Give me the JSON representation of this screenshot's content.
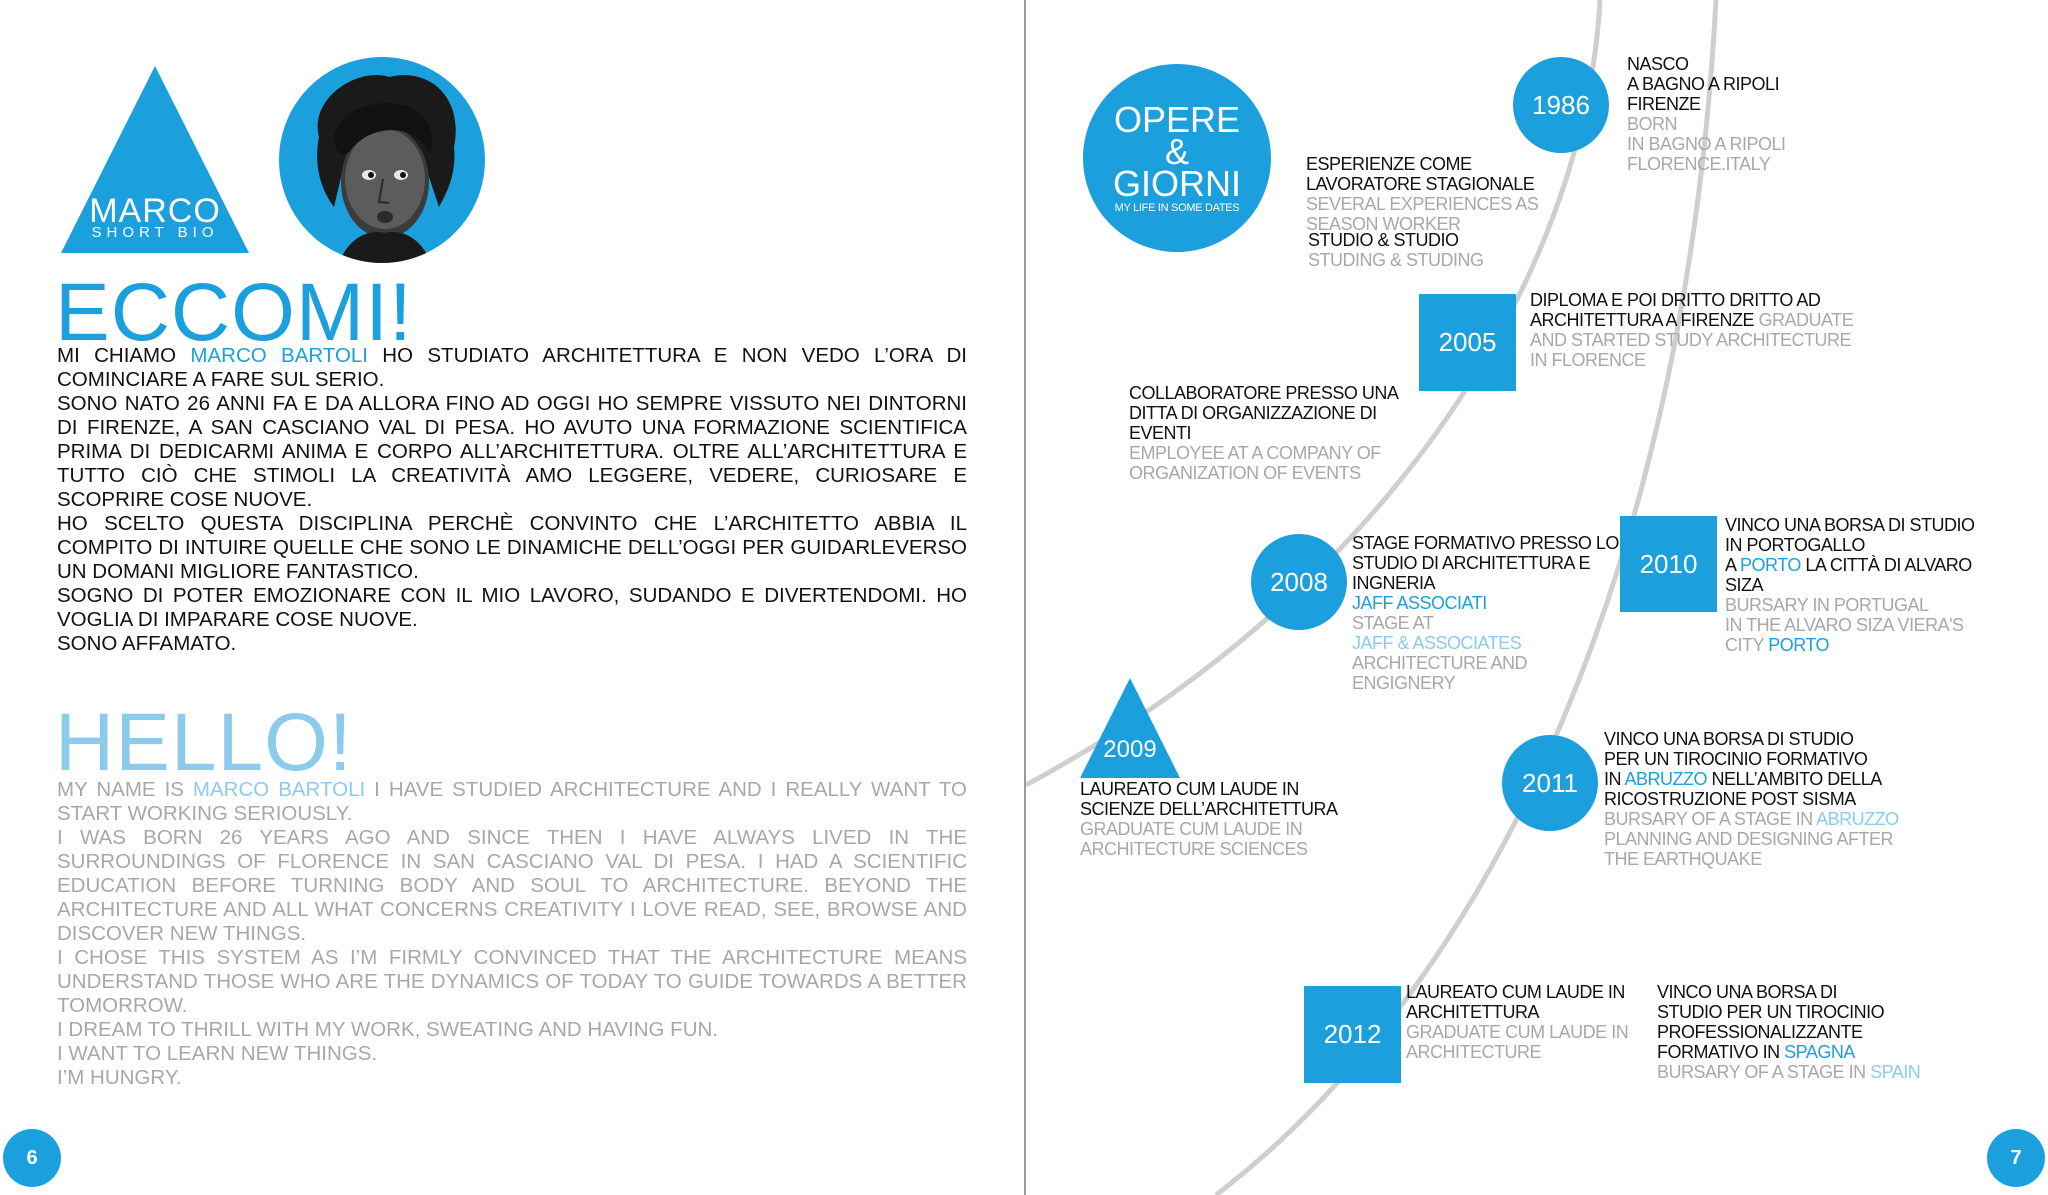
{
  "left": {
    "logo": {
      "name": "MARCO",
      "sub": "SHORT BIO"
    },
    "heading_it": "ECCOMI!",
    "heading_en": "HELLO!",
    "bio_it": [
      {
        "pre": "MI CHIAMO ",
        "hl": "MARCO BARTOLI",
        "post": " HO STUDIATO ARCHITETTURA E NON VEDO L’ORA DI COMINCIARE A FARE SUL SERIO."
      },
      {
        "text": "SONO NATO 26 ANNI FA E DA ALLORA FINO AD OGGI HO SEMPRE VISSUTO NEI DINTORNI DI FIRENZE, A SAN CASCIANO VAL DI PESA. HO AVUTO UNA FORMAZIONE SCIENTIFICA PRIMA DI DEDICARMI ANIMA E CORPO ALL’ARCHITETTURA. OLTRE ALL’ARCHITETTURA E TUTTO CIÒ CHE STIMOLI LA CREATIVITÀ AMO LEGGERE, VEDERE, CURIOSARE E SCOPRIRE COSE NUOVE."
      },
      {
        "text": "HO SCELTO QUESTA DISCIPLINA PERCHÈ CONVINTO CHE L’ARCHITETTO ABBIA IL COMPITO DI INTUIRE QUELLE CHE SONO LE DINAMICHE DELL’OGGI PER GUIDARLEVERSO UN DOMANI MIGLIORE FANTASTICO."
      },
      {
        "text": "SOGNO DI POTER EMOZIONARE CON IL MIO LAVORO, SUDANDO E DIVERTENDOMI. HO VOGLIA DI IMPARARE COSE NUOVE."
      },
      {
        "text": "SONO AFFAMATO."
      }
    ],
    "bio_en": [
      {
        "pre": "MY NAME IS ",
        "hl": "MARCO BARTOLI",
        "post": " I HAVE STUDIED ARCHITECTURE AND I REALLY WANT TO START WORKING SERIOUSLY."
      },
      {
        "text": "I WAS BORN 26 YEARS AGO AND SINCE THEN I HAVE ALWAYS LIVED IN THE SURROUNDINGS OF FLORENCE IN SAN CASCIANO VAL DI PESA. I HAD A SCIENTIFIC EDUCATION BEFORE TURNING BODY AND SOUL TO ARCHITECTURE. BEYOND THE ARCHITECTURE AND ALL WHAT CONCERNS CREATIVITY I LOVE READ, SEE, BROWSE AND DISCOVER NEW THINGS."
      },
      {
        "text": "I CHOSE THIS SYSTEM AS I’M FIRMLY CONVINCED THAT THE ARCHITECTURE MEANS UNDERSTAND THOSE WHO ARE THE DYNAMICS OF TODAY TO GUIDE TOWARDS A BETTER TOMORROW."
      },
      {
        "text": "I DREAM TO THRILL WITH MY WORK, SWEATING AND HAVING FUN."
      },
      {
        "text": "I WANT TO LEARN NEW THINGS."
      },
      {
        "text": "I’M HUNGRY."
      }
    ],
    "page_number": "6"
  },
  "right": {
    "title": {
      "l1": "OPERE",
      "l2": "&",
      "l3": "GIORNI",
      "sub": "MY LIFE IN SOME DATES"
    },
    "page_number": "7",
    "years": {
      "y1986": "1986",
      "y2005": "2005",
      "y2008": "2008",
      "y2009": "2009",
      "y2010": "2010",
      "y2011": "2011",
      "y2012": "2012"
    },
    "entries": {
      "e1986": {
        "it": [
          "NASCO",
          "A BAGNO A RIPOLI",
          "FIRENZE"
        ],
        "en": [
          "BORN",
          "IN BAGNO A RIPOLI",
          "FLORENCE.ITALY"
        ]
      },
      "seasonal": {
        "it": [
          "ESPERIENZE COME",
          "LAVORATORE STAGIONALE"
        ],
        "en": [
          "SEVERAL EXPERIENCES AS",
          "SEASON WORKER"
        ]
      },
      "studio": {
        "it": "STUDIO & STUDIO",
        "en": "STUDING & STUDING"
      },
      "e2005": {
        "it1": "DIPLOMA E POI DRITTO DRITTO AD",
        "it2": "ARCHITETTURA  A FIRENZE ",
        "en_inline": "GRADUATE",
        "en2": "AND STARTED STUDY ARCHITECTURE",
        "en3": "IN FLORENCE"
      },
      "collab": {
        "it": [
          "COLLABORATORE PRESSO UNA",
          "DITTA DI ORGANIZZAZIONE DI",
          "EVENTI"
        ],
        "en": [
          "EMPLOYEE AT A COMPANY OF",
          "ORGANIZATION OF EVENTS"
        ]
      },
      "e2008": {
        "it": [
          "STAGE FORMATIVO PRESSO LO",
          "STUDIO DI ARCHITETTURA E",
          "INGNERIA"
        ],
        "hl_it": "JAFF ASSOCIATI",
        "en1": "STAGE AT",
        "hl_en": "JAFF & ASSOCIATES",
        "en": [
          "ARCHITECTURE AND",
          "ENGIGNERY"
        ]
      },
      "e2010": {
        "it1": "VINCO UNA BORSA DI STUDIO",
        "it2": "IN PORTOGALLO",
        "it3_pre": "A ",
        "it3_hl": "PORTO",
        "it3_post": " LA CITTÀ DI ALVARO",
        "it4": "SIZA",
        "en1": "BURSARY IN PORTUGAL",
        "en2": "IN THE ALVARO SIZA VIERA'S",
        "en3_pre": "CITY ",
        "en3_hl": "PORTO"
      },
      "e2009": {
        "it": [
          "LAUREATO CUM LAUDE IN",
          "SCIENZE DELL’ARCHITETTURA"
        ],
        "en": [
          "GRADUATE CUM LAUDE IN",
          "ARCHITECTURE SCIENCES"
        ]
      },
      "e2011": {
        "it1": "VINCO UNA BORSA DI STUDIO",
        "it2": "PER UN TIROCINIO FORMATIVO",
        "it3_pre": "IN  ",
        "it3_hl": "ABRUZZO",
        "it3_post": " NELL’AMBITO DELLA",
        "it4": "RICOSTRUZIONE POST SISMA",
        "en1_pre": "BURSARY OF A STAGE IN ",
        "en1_hl": "ABRUZZO",
        "en2": "PLANNING AND DESIGNING AFTER",
        "en3": "THE EARTHQUAKE"
      },
      "e2012a": {
        "it": [
          "LAUREATO CUM LAUDE IN",
          "ARCHITETTURA"
        ],
        "en": [
          "GRADUATE CUM LAUDE IN",
          "ARCHITECTURE"
        ]
      },
      "e2012b": {
        "it1": "VINCO UNA BORSA DI",
        "it2": "STUDIO PER UN TIROCINIO",
        "it3": "PROFESSIONALIZZANTE",
        "it4_pre": "FORMATIVO IN  ",
        "it4_hl": "SPAGNA",
        "en_pre": "BURSARY OF A STAGE IN ",
        "en_hl": "SPAIN"
      }
    }
  },
  "colors": {
    "accent": "#1c9fdd",
    "accent_light": "#8ccbec",
    "text": "#111111",
    "secondary": "#a8a8a8",
    "timeline": "#cfcfcf"
  }
}
